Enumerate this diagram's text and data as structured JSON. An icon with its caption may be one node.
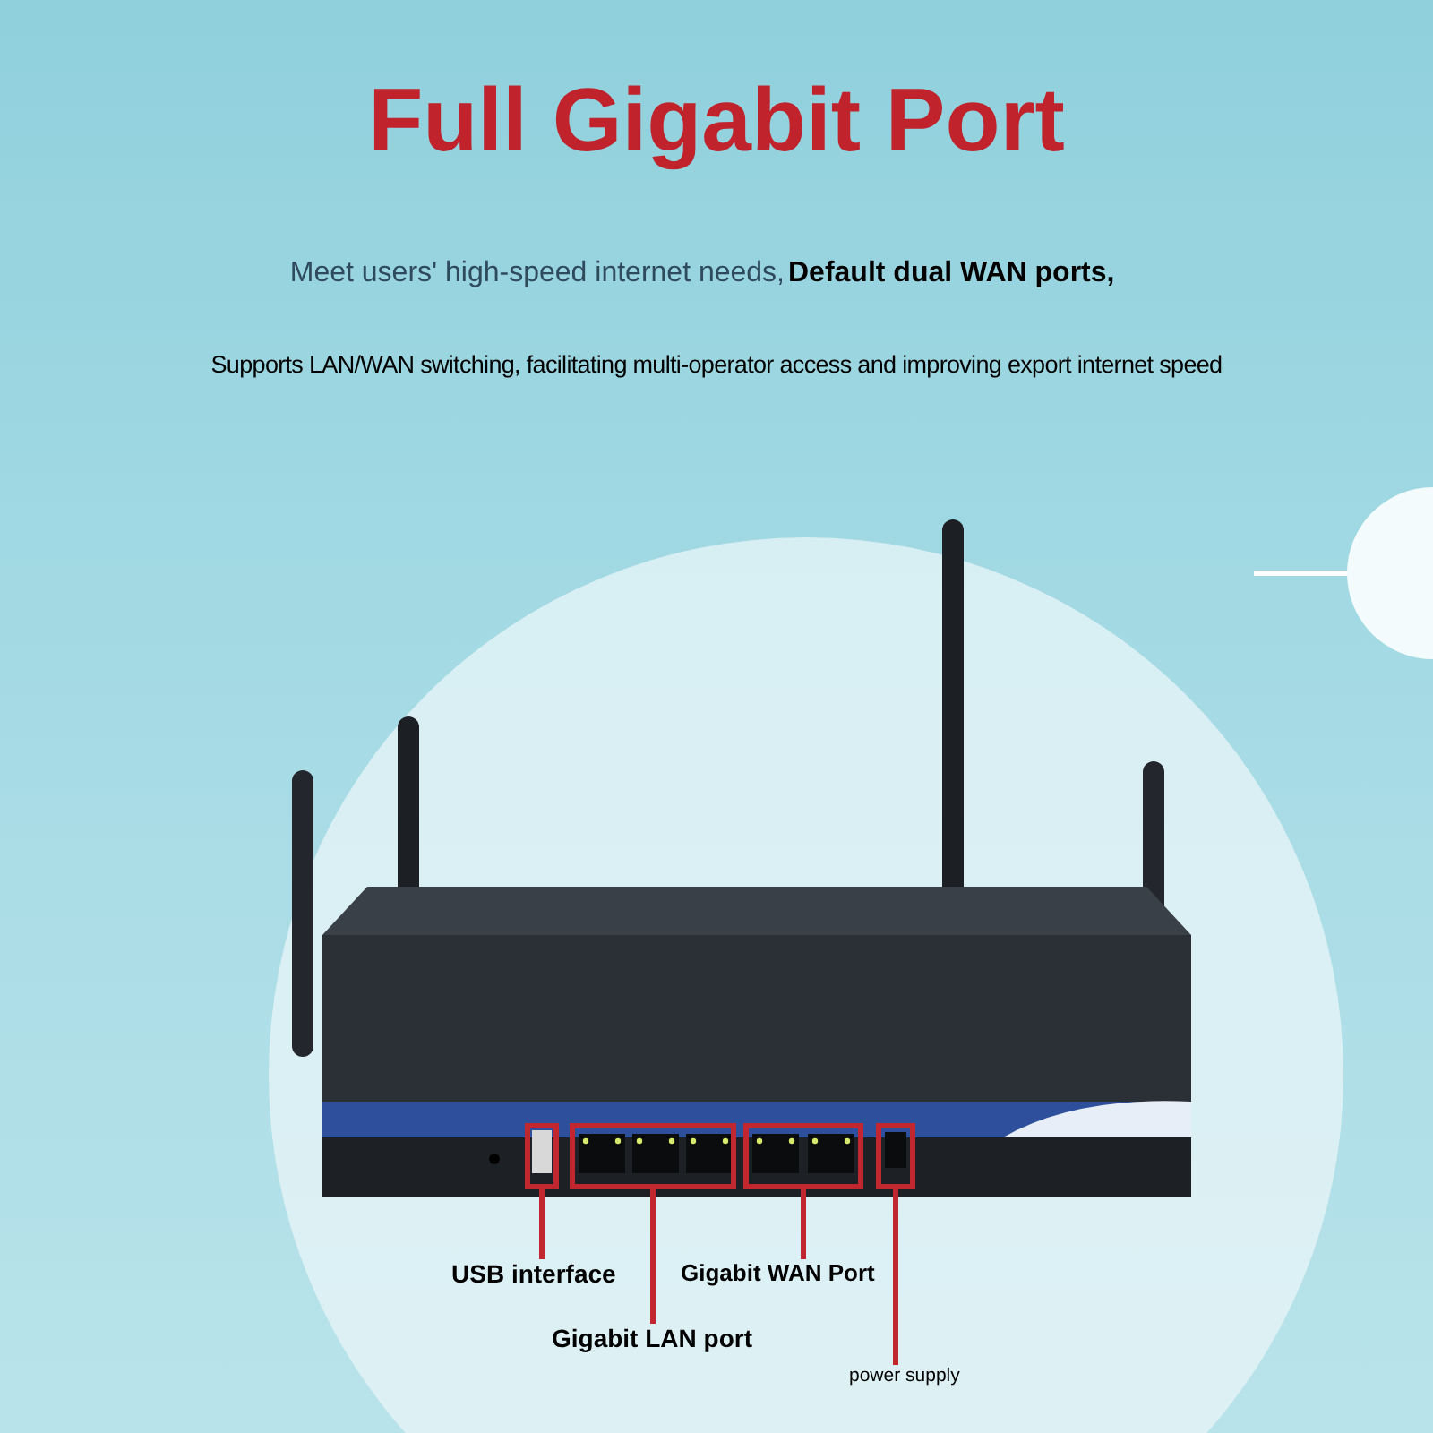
{
  "diagram": {
    "title": "Full Gigabit Port",
    "nodes": [
      {
        "text": [],
        "shape": "box"
      },
      {
        "text": [],
        "shape": "box"
      },
      {
        "text": [],
        "shape": "box"
      },
      {
        "text": [],
        "shape": "box"
      },
      {
        "text": [
          "USB interface"
        ]
      },
      {
        "text": [
          "Gigabit LAN port"
        ]
      },
      {
        "text": [
          "Gigabit WAN Port"
        ]
      },
      {
        "text": [
          "power supply"
        ]
      }
    ],
    "edges": [
      {
        "from": 4,
        "to": 0,
        "arrow": "none"
      },
      {
        "from": 5,
        "to": 1,
        "arrow": "none"
      },
      {
        "from": 6,
        "to": 2,
        "arrow": "none"
      },
      {
        "from": 7,
        "to": 3,
        "arrow": "none"
      }
    ],
    "labels": [
      "Meet users' high-speed internet needs,",
      "Default dual WAN ports,",
      "Supports LAN/WAN switching, facilitating multi-operator access and improving export internet speed"
    ]
  }
}
